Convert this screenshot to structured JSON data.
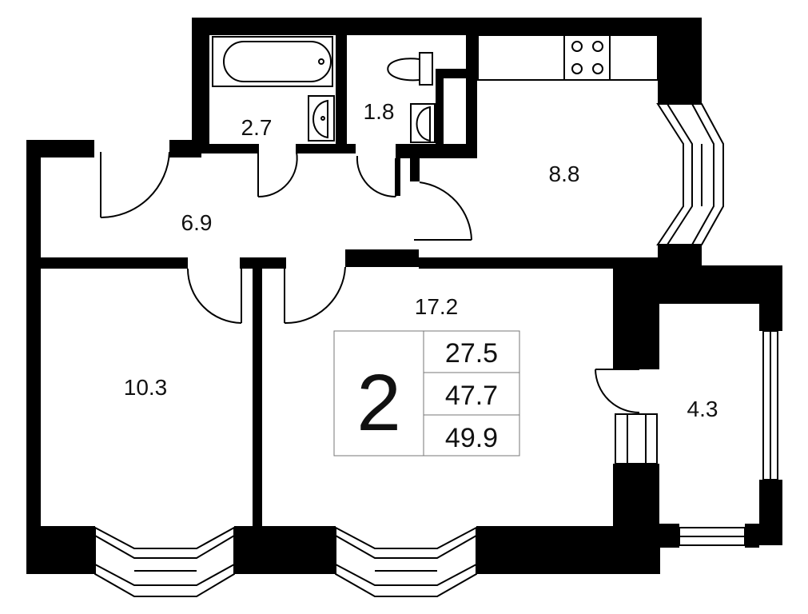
{
  "rooms": {
    "bathroom": "2.7",
    "toilet": "1.8",
    "kitchen": "8.8",
    "hall": "6.9",
    "bedroom": "10.3",
    "living": "17.2",
    "balcony": "4.3"
  },
  "summary": {
    "rooms_count": "2",
    "living_area": "27.5",
    "total_area": "47.7",
    "total_area_with_balcony": "49.9"
  }
}
